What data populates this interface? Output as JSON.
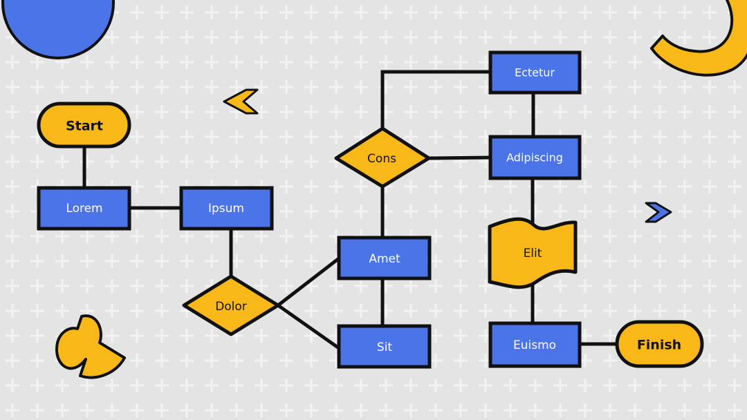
{
  "colors": {
    "background": "#e4e4e4",
    "grid_plus": "#f2f2f2",
    "blue": "#4a74e8",
    "yellow": "#f8b918",
    "outline": "#111111"
  },
  "nodes": {
    "start": "Start",
    "lorem": "Lorem",
    "ipsum": "Ipsum",
    "dolor": "Dolor",
    "amet": "Amet",
    "sit": "Sit",
    "cons": "Cons",
    "ectetur": "Ectetur",
    "adipiscing": "Adipiscing",
    "elit": "Elit",
    "euismo": "Euismo",
    "finish": "Finish"
  },
  "decorations": [
    "blue-circle",
    "yellow-crescent",
    "yellow-left-chevron",
    "blue-right-chevron",
    "yellow-pacman-shape"
  ]
}
